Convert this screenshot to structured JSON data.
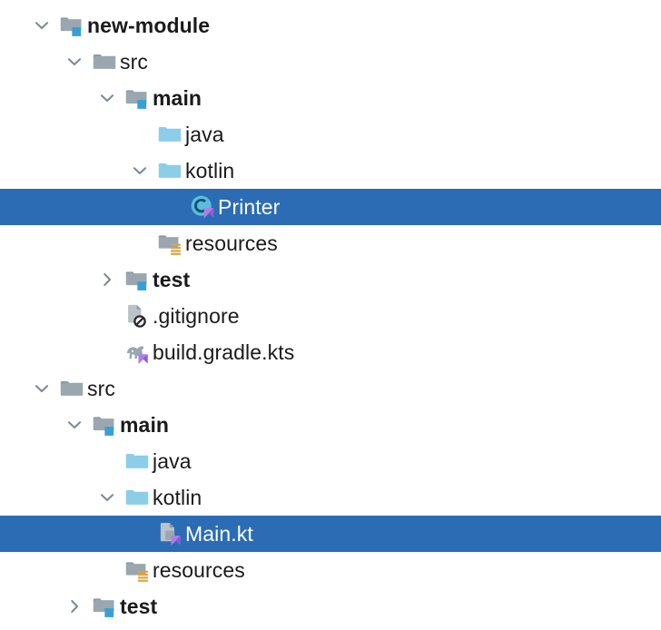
{
  "app": {
    "view": "project-tool-window",
    "theme": "light",
    "selection_color": "#2B6CB4",
    "selected_text_color": "#FFFFFF",
    "text_color": "#1A1A1A",
    "background": "#FFFFFF"
  },
  "colors": {
    "folder_grey": "#9AA7B0",
    "folder_grey_dark": "#8A99A3",
    "source_blue": "#8CCDEA",
    "module_badge": "#389FD6",
    "kotlin_badge": "#AE7DE9",
    "resources_orange": "#D9A343",
    "gradle_grey": "#9AA7B0",
    "class_icon_fill": "#59BCE0",
    "chevron": "#7E8A93"
  },
  "tree": {
    "rows": [
      {
        "id": "row-partial-top",
        "name": "clipped-row",
        "label": "",
        "icon": "folder-grey-icon",
        "twisty": "none",
        "depth": 1,
        "bold": false,
        "selected": false,
        "partial": true
      },
      {
        "id": "row-new-module",
        "name": "new-module",
        "label": "new-module",
        "icon": "folder-module-icon",
        "twisty": "expanded",
        "depth": 1,
        "bold": true,
        "selected": false
      },
      {
        "id": "row-src-1",
        "name": "src",
        "label": "src",
        "icon": "folder-grey-icon",
        "twisty": "expanded",
        "depth": 2,
        "bold": false,
        "selected": false
      },
      {
        "id": "row-main-1",
        "name": "main",
        "label": "main",
        "icon": "folder-module-icon",
        "twisty": "expanded",
        "depth": 3,
        "bold": true,
        "selected": false
      },
      {
        "id": "row-java-1",
        "name": "java",
        "label": "java",
        "icon": "folder-source-icon",
        "twisty": "none",
        "depth": 4,
        "bold": false,
        "selected": false
      },
      {
        "id": "row-kotlin-1",
        "name": "kotlin",
        "label": "kotlin",
        "icon": "folder-source-icon",
        "twisty": "expanded",
        "depth": 4,
        "bold": false,
        "selected": false
      },
      {
        "id": "row-printer",
        "name": "Printer",
        "label": "Printer",
        "icon": "kotlin-class-icon",
        "twisty": "none",
        "depth": 5,
        "bold": false,
        "selected": true
      },
      {
        "id": "row-resources-1",
        "name": "resources",
        "label": "resources",
        "icon": "folder-resources-icon",
        "twisty": "none",
        "depth": 4,
        "bold": false,
        "selected": false
      },
      {
        "id": "row-test-1",
        "name": "test",
        "label": "test",
        "icon": "folder-module-icon",
        "twisty": "collapsed",
        "depth": 3,
        "bold": true,
        "selected": false
      },
      {
        "id": "row-gitignore",
        "name": ".gitignore",
        "label": ".gitignore",
        "icon": "gitignore-file-icon",
        "twisty": "none",
        "depth": 3,
        "bold": false,
        "selected": false
      },
      {
        "id": "row-build-gradle-kts",
        "name": "build.gradle.kts",
        "label": "build.gradle.kts",
        "icon": "gradle-kotlin-file-icon",
        "twisty": "none",
        "depth": 3,
        "bold": false,
        "selected": false
      },
      {
        "id": "row-src-2",
        "name": "src",
        "label": "src",
        "icon": "folder-grey-icon",
        "twisty": "expanded",
        "depth": 1,
        "bold": false,
        "selected": false
      },
      {
        "id": "row-main-2",
        "name": "main",
        "label": "main",
        "icon": "folder-module-icon",
        "twisty": "expanded",
        "depth": 2,
        "bold": true,
        "selected": false
      },
      {
        "id": "row-java-2",
        "name": "java",
        "label": "java",
        "icon": "folder-source-icon",
        "twisty": "none",
        "depth": 3,
        "bold": false,
        "selected": false
      },
      {
        "id": "row-kotlin-2",
        "name": "kotlin",
        "label": "kotlin",
        "icon": "folder-source-icon",
        "twisty": "expanded",
        "depth": 3,
        "bold": false,
        "selected": false
      },
      {
        "id": "row-main-kt",
        "name": "Main.kt",
        "label": "Main.kt",
        "icon": "kotlin-file-icon",
        "twisty": "none",
        "depth": 4,
        "bold": false,
        "selected": true
      },
      {
        "id": "row-resources-2",
        "name": "resources",
        "label": "resources",
        "icon": "folder-resources-icon",
        "twisty": "none",
        "depth": 3,
        "bold": false,
        "selected": false
      },
      {
        "id": "row-test-2",
        "name": "test",
        "label": "test",
        "icon": "folder-module-icon",
        "twisty": "collapsed",
        "depth": 2,
        "bold": true,
        "selected": false
      }
    ]
  }
}
